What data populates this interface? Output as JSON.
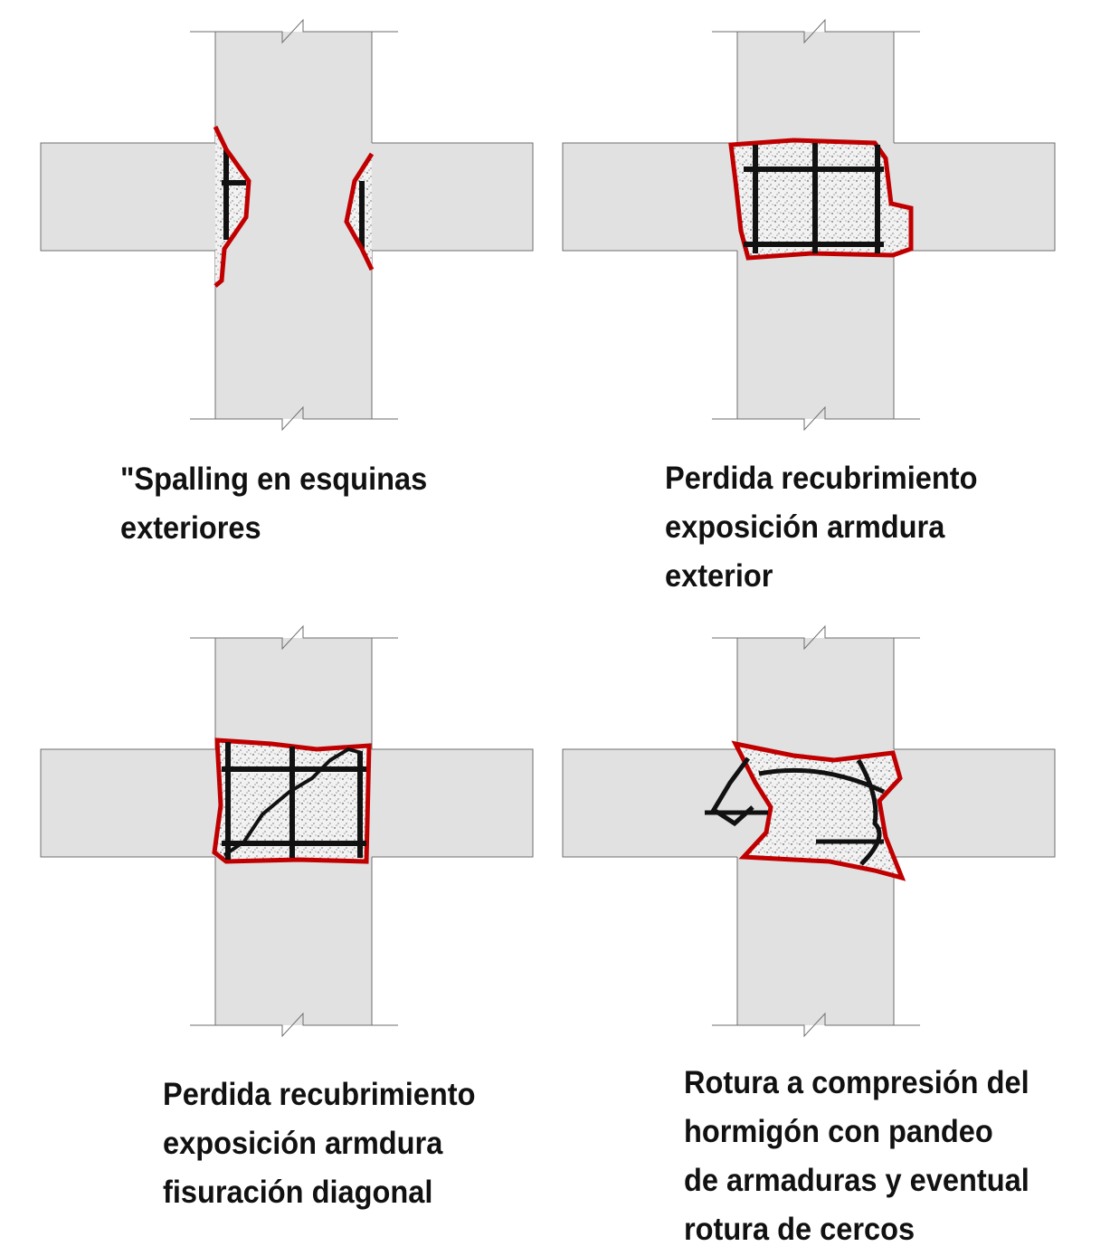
{
  "colors": {
    "concrete": "#e1e1e1",
    "outline": "#6e6e6e",
    "damage": "#c00000",
    "rebar": "#111111"
  },
  "panels": [
    {
      "caption": [
        "\"Spalling en esquinas",
        "exteriores"
      ]
    },
    {
      "caption": [
        "Perdida recubrimiento",
        "exposición armdura",
        "exterior"
      ]
    },
    {
      "caption": [
        "Perdida recubrimiento",
        "exposición armdura",
        "fisuración diagonal"
      ]
    },
    {
      "caption": [
        "Rotura a compresión del",
        "hormigón con pandeo",
        "de armaduras y eventual",
        "rotura de cercos"
      ]
    }
  ]
}
